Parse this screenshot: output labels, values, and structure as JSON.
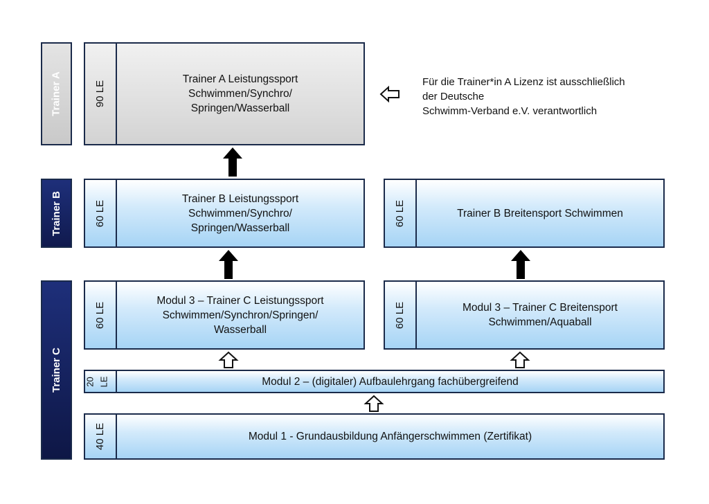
{
  "levels": {
    "a": "Trainer A",
    "b": "Trainer B",
    "c": "Trainer C"
  },
  "boxes": {
    "a_leistung": {
      "le": "90 LE",
      "lines": [
        "Trainer A Leistungssport",
        "Schwimmen/Synchro/",
        "Springen/Wasserball"
      ]
    },
    "b_leistung": {
      "le": "60 LE",
      "lines": [
        "Trainer B Leistungssport",
        "Schwimmen/Synchro/",
        "Springen/Wasserball"
      ]
    },
    "b_breiten": {
      "le": "60 LE",
      "lines": [
        "Trainer B Breitensport Schwimmen"
      ]
    },
    "c_leistung": {
      "le": "60 LE",
      "lines": [
        "Modul 3 – Trainer C Leistungssport",
        "Schwimmen/Synchron/Springen/",
        "Wasserball"
      ]
    },
    "c_breiten": {
      "le": "60 LE",
      "lines": [
        "Modul 3 – Trainer C Breitensport",
        "Schwimmen/Aquaball"
      ]
    },
    "modul2": {
      "le_top": "20",
      "le_bottom": "LE",
      "text": "Modul 2 – (digitaler) Aufbaulehrgang fachübergreifend"
    },
    "modul1": {
      "le": "40 LE",
      "text": "Modul 1 - Grundausbildung Anfängerschwimmen (Zertifikat)"
    }
  },
  "note": {
    "lines": [
      "Für die Trainer*in A Lizenz ist ausschließlich",
      "der Deutsche",
      "Schwimm-Verband e.V. verantwortlich"
    ]
  }
}
